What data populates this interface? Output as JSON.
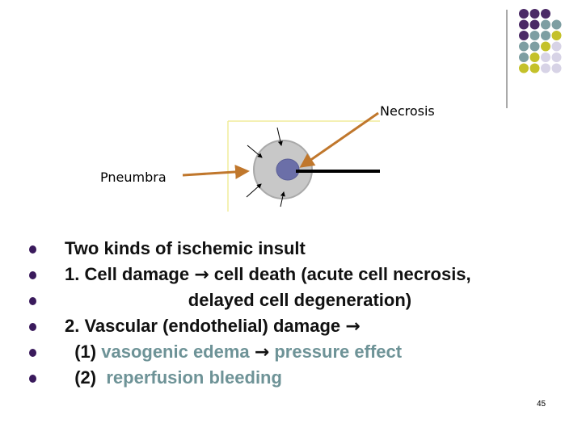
{
  "diagram": {
    "necrosis_label": "Necrosis",
    "pneumbra_label": "Pneumbra"
  },
  "decoration": {
    "dot_colors": [
      "#4b2a66",
      "#7d9ea2",
      "#c4c12a",
      "#d7d3e6"
    ]
  },
  "bullets": [
    {
      "parts": [
        {
          "text": "Two kinds of ischemic insult",
          "style": "plain"
        }
      ]
    },
    {
      "parts": [
        {
          "text": "1. Cell damage ",
          "style": "plain"
        },
        {
          "text": "→",
          "style": "arrow"
        },
        {
          "text": " cell death (acute cell necrosis,",
          "style": "plain"
        }
      ]
    },
    {
      "parts": [
        {
          "text": "                         delayed cell degeneration)",
          "style": "plain"
        }
      ]
    },
    {
      "parts": [
        {
          "text": "2. Vascular (endothelial) damage ",
          "style": "plain"
        },
        {
          "text": "→",
          "style": "arrow"
        }
      ]
    },
    {
      "parts": [
        {
          "text": "  (1) ",
          "style": "plain"
        },
        {
          "text": "vasogenic edema ",
          "style": "accent"
        },
        {
          "text": "→",
          "style": "arrow"
        },
        {
          "text": " pressure effect",
          "style": "accent"
        }
      ]
    },
    {
      "parts": [
        {
          "text": "  (2)  ",
          "style": "plain"
        },
        {
          "text": "reperfusion bleeding",
          "style": "accent"
        }
      ]
    }
  ],
  "page_number": "45"
}
